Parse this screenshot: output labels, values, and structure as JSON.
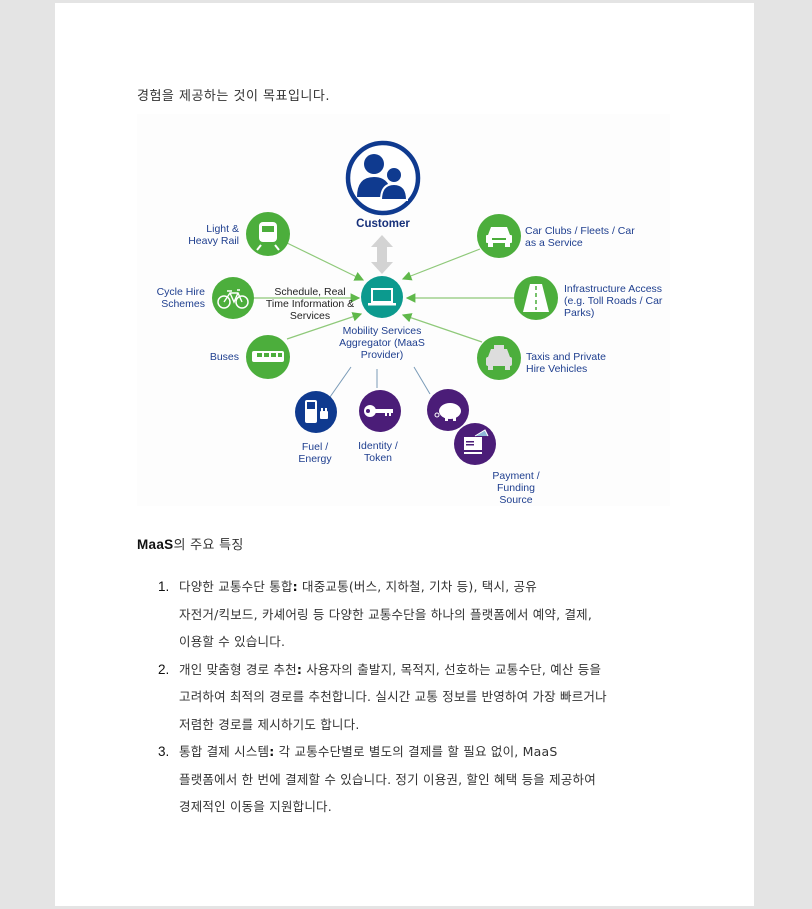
{
  "intro": {
    "text": "경험을 제공하는 것이 목표입니다."
  },
  "figure": {
    "customer": "Customer",
    "hub": {
      "lines": [
        "Mobility Services",
        "Aggregator (MaaS",
        "Provider)"
      ]
    },
    "info": {
      "lines": [
        "Schedule, Real",
        "Time Information &",
        "Services"
      ]
    },
    "left_nodes": [
      {
        "label_lines": [
          "Light &",
          "Heavy Rail"
        ],
        "icon": "train-icon"
      },
      {
        "label_lines": [
          "Cycle Hire",
          "Schemes"
        ],
        "icon": "bicycle-icon"
      },
      {
        "label_lines": [
          "Buses"
        ],
        "icon": "bus-icon"
      }
    ],
    "right_nodes": [
      {
        "label_lines": [
          "Car Clubs / Fleets / Car",
          "as a Service"
        ],
        "icon": "car-icon"
      },
      {
        "label_lines": [
          "Infrastructure Access",
          "(e.g. Toll Roads / Car",
          "Parks)"
        ],
        "icon": "road-icon"
      },
      {
        "label_lines": [
          "Taxis and Private",
          "Hire Vehicles"
        ],
        "icon": "taxi-icon"
      }
    ],
    "bottom_nodes": [
      {
        "label_lines": [
          "Fuel /",
          "Energy"
        ],
        "icon": "fuel-pump-icon"
      },
      {
        "label_lines": [
          "Identity /",
          "Token"
        ],
        "icon": "key-icon"
      },
      {
        "label_lines": [
          "Payment /",
          "Funding",
          "Source"
        ],
        "icon": "piggy-bank-icon"
      }
    ],
    "colors": {
      "green": "#4cae3c",
      "teal": "#0c9a8e",
      "navy": "#0f3a8f",
      "purple": "#4b1d78",
      "arrow_gray": "#d3d3d3",
      "line_green": "#8fc97a"
    }
  },
  "section": {
    "heading_bold": "MaaS",
    "heading_rest": "의 주요 특징",
    "items": [
      {
        "num": "1.",
        "title": "다양한 교통수단 통합",
        "lines": [
          " 대중교통(버스, 지하철, 기차 등), 택시, 공유",
          "자전거/킥보드, 카셰어링 등 다양한 교통수단을 하나의 플랫폼에서 예약, 결제,",
          "이용할 수 있습니다."
        ]
      },
      {
        "num": "2.",
        "title": "개인 맞춤형 경로 추천",
        "lines": [
          " 사용자의 출발지, 목적지, 선호하는 교통수단, 예산 등을",
          "고려하여 최적의 경로를 추천합니다. 실시간 교통 정보를 반영하여 가장 빠르거나",
          "저렴한 경로를 제시하기도 합니다."
        ]
      },
      {
        "num": "3.",
        "title": "통합 결제 시스템",
        "lines": [
          " 각 교통수단별로 별도의 결제를 할 필요 없이, MaaS",
          "플랫폼에서 한 번에 결제할 수 있습니다. 정기 이용권, 할인 혜택 등을 제공하여",
          "경제적인 이동을 지원합니다."
        ]
      }
    ]
  }
}
